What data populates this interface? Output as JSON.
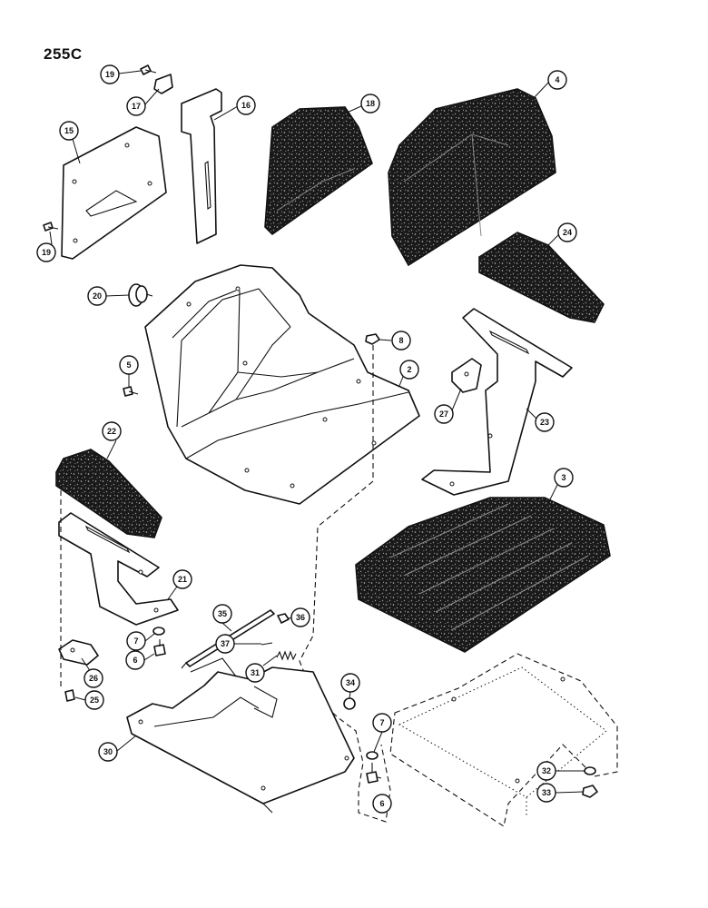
{
  "diagram": {
    "page_code": "255C",
    "foam_color": "#1a1a1a",
    "line_color": "#111111",
    "callouts": {
      "c2": "2",
      "c3": "3",
      "c4": "4",
      "c5": "5",
      "c6a": "6",
      "c6b": "6",
      "c7a": "7",
      "c7b": "7",
      "c8": "8",
      "c15": "15",
      "c16": "16",
      "c17": "17",
      "c18": "18",
      "c19a": "19",
      "c19b": "19",
      "c20": "20",
      "c21": "21",
      "c22": "22",
      "c23": "23",
      "c24": "24",
      "c25": "25",
      "c26": "26",
      "c27": "27",
      "c30": "30",
      "c31": "31",
      "c32": "32",
      "c33": "33",
      "c34": "34",
      "c35": "35",
      "c36": "36",
      "c37": "37"
    }
  }
}
